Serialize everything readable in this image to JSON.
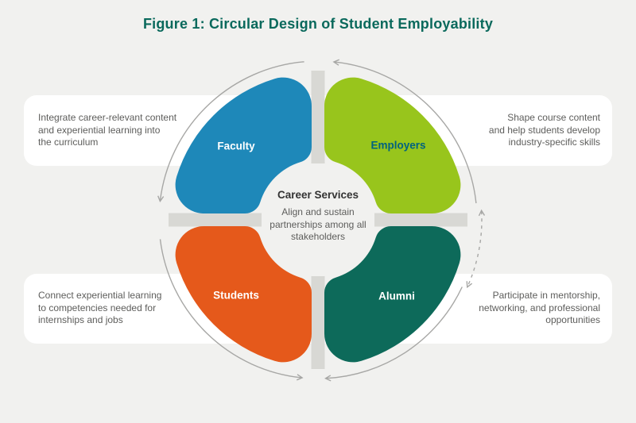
{
  "title": "Figure 1: Circular Design of Student Employability",
  "palette": {
    "background": "#f1f1ef",
    "card": "#ffffff",
    "connector": "#d8d8d4",
    "arrow": "#a7a7a5",
    "title_color": "#0a695c",
    "body_text": "#5d5d5b",
    "center_heading_color": "#333333"
  },
  "center": {
    "heading": "Career Services",
    "body": "Align and sustain\npartnerships among all\nstakeholders"
  },
  "segments": [
    {
      "id": "faculty",
      "label": "Faculty",
      "color": "#1e88b9",
      "label_color": "#ffffff"
    },
    {
      "id": "employers",
      "label": "Employers",
      "color": "#98c51c",
      "label_color": "#00627f"
    },
    {
      "id": "students",
      "label": "Students",
      "color": "#e5591b",
      "label_color": "#ffffff"
    },
    {
      "id": "alumni",
      "label": "Alumni",
      "color": "#0d6a5a",
      "label_color": "#ffffff"
    }
  ],
  "notes": [
    {
      "position": "top-left",
      "text": "Integrate career-relevant content\nand experiential learning into\nthe curriculum"
    },
    {
      "position": "top-right",
      "text": "Shape course content\nand help students develop\nindustry-specific skills"
    },
    {
      "position": "bottom-left",
      "text": "Connect experiential learning\nto competencies needed for\ninternships and jobs"
    },
    {
      "position": "bottom-right",
      "text": "Participate in mentorship,\nnetworking, and professional\nopportunities"
    }
  ]
}
